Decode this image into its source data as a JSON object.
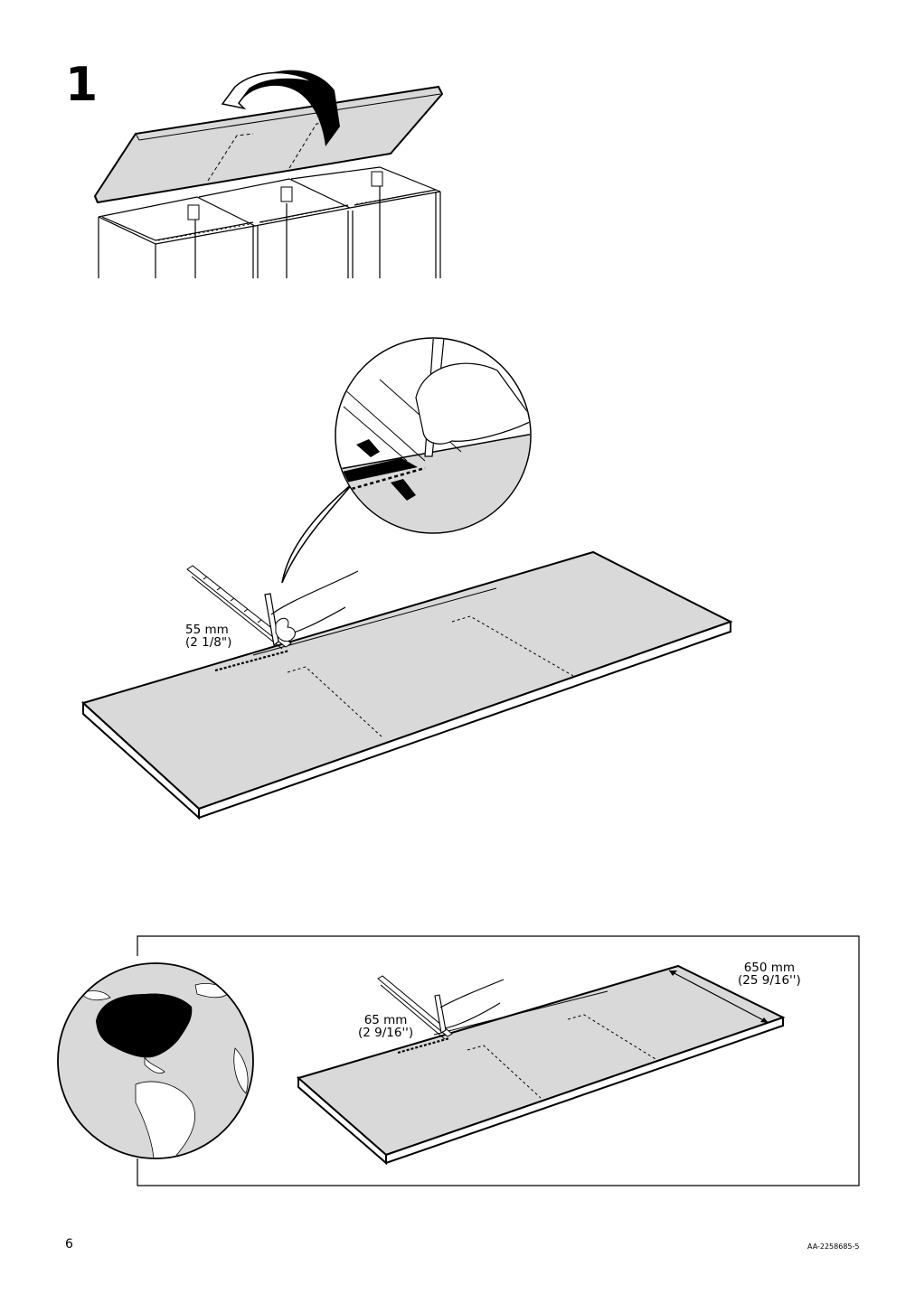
{
  "step": {
    "number": "1"
  },
  "main_figure": {
    "dimension_mm": "55 mm",
    "dimension_in": "(2 1/8\")"
  },
  "region_box": {
    "depth_label_mm": "650 mm",
    "depth_label_in": "(25 9/16'')",
    "dimension_mm": "65 mm",
    "dimension_in": "(2 9/16'')",
    "region_map": "north-america-highlighted"
  },
  "footer": {
    "page_number": "6",
    "document_id": "AA-2258685-5"
  }
}
